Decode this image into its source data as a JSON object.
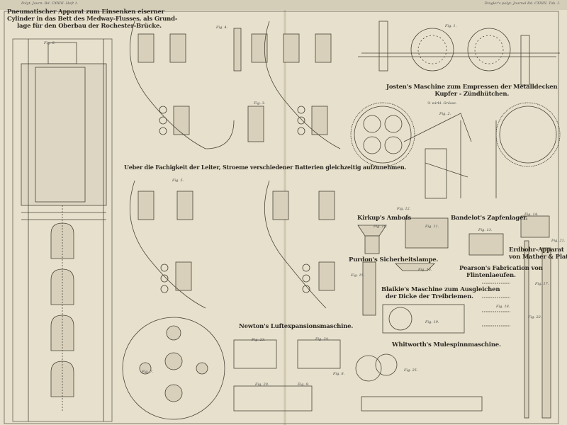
{
  "header": {
    "left": "Polyt. Journ. Bd. CXXIII. Heft 1.",
    "right": "Dingler's polyt. Journal Bd. CXXIII. Tab. I."
  },
  "captions": {
    "pneumatic": [
      "Pneumatischer Apparat zum Einsenken eiserner",
      "Cylinder in das Bett des Medway-Flusses, als Grund-",
      "lage für den Oberbau der Rochester-Brücke."
    ],
    "josten": [
      "Josten's Maschine zum Empressen der Metalldecken",
      "Kupfer - Zündhütchen."
    ],
    "josten_scale": "½ wirkl. Grösse.",
    "leiter": "Ueber die Fachigkeit der Leiter, Stroeme verschiedener Batterien gleichzeitig aufzunehmen.",
    "kirkup": "Kirkup's Ambofs",
    "bandelot": "Bandelot's Zapfenlager.",
    "purdon": "Purdon's Sicherheitslampe.",
    "pearson": [
      "Pearson's Fabrication von",
      "Flintenlaeufen."
    ],
    "bohr": [
      "Erdbohr-Apparat",
      "von Mather & Platt."
    ],
    "blaikie": [
      "Blaikie's Maschine zum Ausgleichen",
      "der Dicke der Treibriemen."
    ],
    "newton": "Newton's Luftexpansionsmaschine.",
    "whitworth": "Whitworth's Mulespinnmaschine."
  },
  "figures": [
    "Fig. 1.",
    "Fig. 2.",
    "Fig. 3.",
    "Fig. 4.",
    "Fig. 5.",
    "Fig. 6.",
    "Fig. 7.",
    "Fig. 8.",
    "Fig. 9.",
    "Fig. 10.",
    "Fig. 11.",
    "Fig. 12.",
    "Fig. 13.",
    "Fig. 14.",
    "Fig. 15.",
    "Fig. 16.",
    "Fig. 17.",
    "Fig. 18.",
    "Fig. 19.",
    "Fig. 20.",
    "Fig. 21.",
    "Fig. 22.",
    "Fig. 23.",
    "Fig. 24.",
    "Fig. 25."
  ]
}
